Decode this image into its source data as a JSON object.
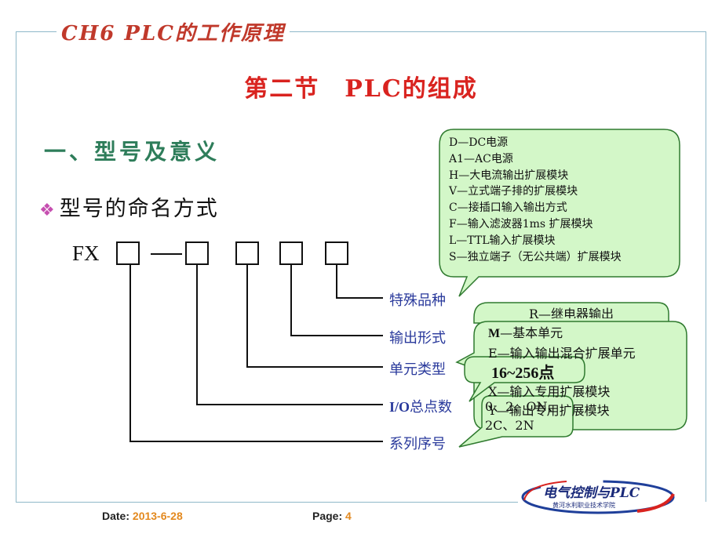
{
  "header": {
    "chapter_title": "CH6 PLC的工作原理",
    "section_title": "第二节　PLC的组成"
  },
  "content": {
    "heading": "一、型号及意义",
    "bullet": "型号的命名方式",
    "model_prefix": "FX",
    "labels": {
      "special_variety": "特殊品种",
      "output_form": "输出形式",
      "unit_type": "单元类型",
      "io_prefix": "I/O",
      "io_suffix": "总点数",
      "series_no": "系列序号"
    }
  },
  "callouts": {
    "special_variety_codes": [
      "D—DC电源",
      "A1—AC电源",
      "H—大电流输出扩展模块",
      "V—立式端子排的扩展模块",
      "C—接插口输入输出方式",
      "F—输入滤波器1ms 扩展模块",
      "L—TTL输入扩展模块",
      "S—独立端子（无公共端）扩展模块"
    ],
    "output_form_top": "R—继电器输出",
    "unit_type": {
      "m_code": "M",
      "m_text": "—基本单元",
      "e_text": "E—输入输出混合扩展单元",
      "x_text": "X—输入专用扩展模块",
      "y_text": "Y—输出专用扩展模块"
    },
    "io_range": "16~256点",
    "series": [
      "0、2、ON、",
      "2C、2N"
    ]
  },
  "footer": {
    "date_label": "Date:",
    "date_value": "2013-6-28",
    "page_label": "Page:",
    "page_value": "4"
  },
  "logo": {
    "title": "电气控制与PLC",
    "subtitle": "黄河水利职业技术学院"
  },
  "colors": {
    "title_red": "#d9231f",
    "heading_green": "#2e7d5a",
    "label_blue": "#2a3a9c",
    "callout_fill": "#d3f7c8",
    "callout_stroke": "#2f7a2f",
    "footer_value": "#e3891f"
  }
}
